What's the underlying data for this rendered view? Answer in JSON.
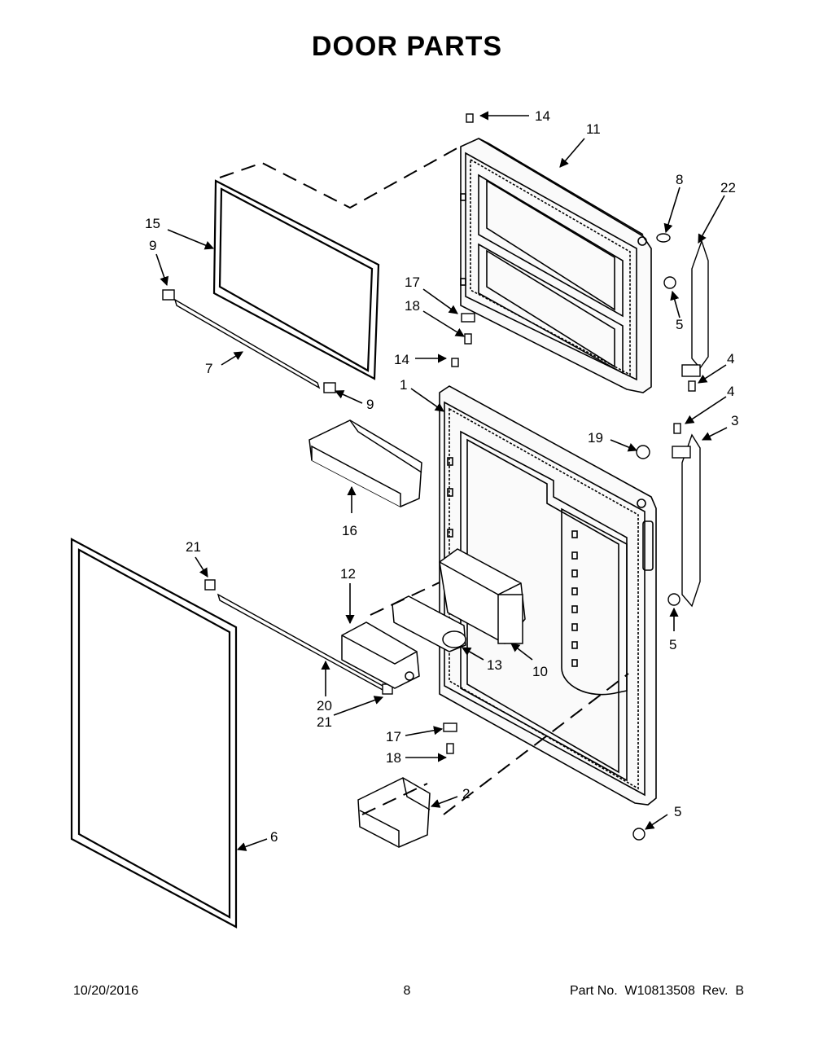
{
  "page": {
    "title": "DOOR PARTS",
    "date": "10/20/2016",
    "page_number": "8",
    "part_number": "Part No.  W10813508  Rev.  B"
  },
  "callouts": [
    {
      "id": "c14a",
      "label": "14"
    },
    {
      "id": "c11",
      "label": "11"
    },
    {
      "id": "c8",
      "label": "8"
    },
    {
      "id": "c22",
      "label": "22"
    },
    {
      "id": "c15",
      "label": "15"
    },
    {
      "id": "c9a",
      "label": "9"
    },
    {
      "id": "c17a",
      "label": "17"
    },
    {
      "id": "c18a",
      "label": "18"
    },
    {
      "id": "c5a",
      "label": "5"
    },
    {
      "id": "c7",
      "label": "7"
    },
    {
      "id": "c14b",
      "label": "14"
    },
    {
      "id": "c4a",
      "label": "4"
    },
    {
      "id": "c1",
      "label": "1"
    },
    {
      "id": "c9b",
      "label": "9"
    },
    {
      "id": "c4b",
      "label": "4"
    },
    {
      "id": "c3",
      "label": "3"
    },
    {
      "id": "c19",
      "label": "19"
    },
    {
      "id": "c16",
      "label": "16"
    },
    {
      "id": "c21a",
      "label": "21"
    },
    {
      "id": "c12",
      "label": "12"
    },
    {
      "id": "c5b",
      "label": "5"
    },
    {
      "id": "c13",
      "label": "13"
    },
    {
      "id": "c10",
      "label": "10"
    },
    {
      "id": "c20",
      "label": "20"
    },
    {
      "id": "c21b",
      "label": "21"
    },
    {
      "id": "c17b",
      "label": "17"
    },
    {
      "id": "c18b",
      "label": "18"
    },
    {
      "id": "c2",
      "label": "2"
    },
    {
      "id": "c5c",
      "label": "5"
    },
    {
      "id": "c6",
      "label": "6"
    }
  ]
}
